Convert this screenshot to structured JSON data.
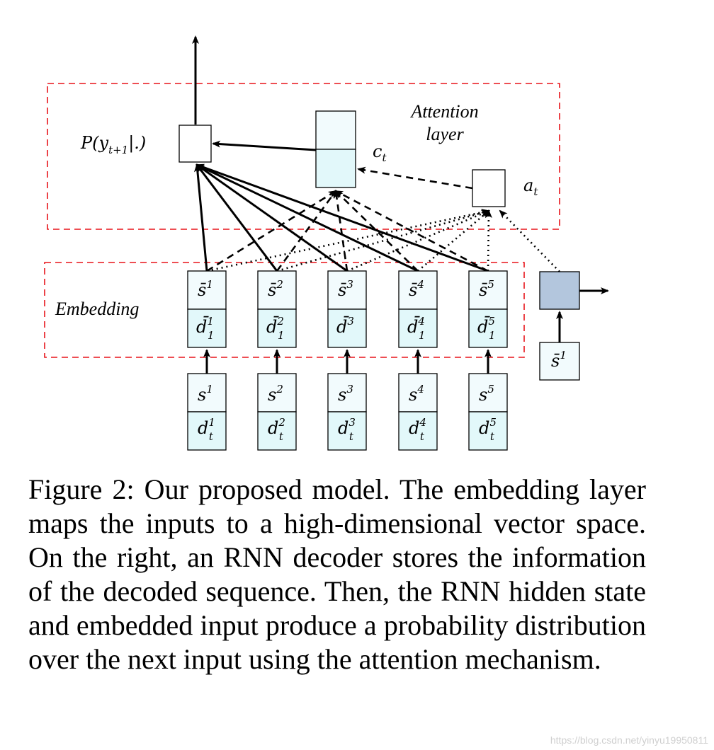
{
  "diagram": {
    "attention_label_line1": "Attention",
    "attention_label_line2": "layer",
    "embedding_label": "Embedding",
    "output_label": "P(y_{t+1}|.)",
    "output_main": "P(y",
    "output_sub": "t+1",
    "output_tail": "|.)",
    "context_label_main": "c",
    "context_label_sub": "t",
    "attention_weight_label_main": "a",
    "attention_weight_label_sub": "t",
    "embedded_columns": [
      {
        "top_base": "s̄",
        "top_sup": "1",
        "bottom_base": "d̄",
        "bottom_sup": "1",
        "bottom_sub": "1"
      },
      {
        "top_base": "s̄",
        "top_sup": "2",
        "bottom_base": "d̄",
        "bottom_sup": "2",
        "bottom_sub": "1"
      },
      {
        "top_base": "s̄",
        "top_sup": "3",
        "bottom_base": "d̄",
        "bottom_sup": "3",
        "bottom_sub": ""
      },
      {
        "top_base": "s̄",
        "top_sup": "4",
        "bottom_base": "d̄",
        "bottom_sup": "4",
        "bottom_sub": "1"
      },
      {
        "top_base": "s̄",
        "top_sup": "5",
        "bottom_base": "d̄",
        "bottom_sup": "5",
        "bottom_sub": "1"
      }
    ],
    "input_columns": [
      {
        "top_base": "s",
        "top_sup": "1",
        "bottom_base": "d",
        "bottom_sup": "1",
        "bottom_sub": "t"
      },
      {
        "top_base": "s",
        "top_sup": "2",
        "bottom_base": "d",
        "bottom_sup": "2",
        "bottom_sub": "t"
      },
      {
        "top_base": "s",
        "top_sup": "3",
        "bottom_base": "d",
        "bottom_sup": "3",
        "bottom_sub": "t"
      },
      {
        "top_base": "s",
        "top_sup": "4",
        "bottom_base": "d",
        "bottom_sup": "4",
        "bottom_sub": "t"
      },
      {
        "top_base": "s",
        "top_sup": "5",
        "bottom_base": "d",
        "bottom_sup": "5",
        "bottom_sub": "t"
      }
    ],
    "decoder_input": {
      "base": "s̄",
      "sup": "1"
    },
    "colors": {
      "dashed_box": "#e8141a",
      "cell_fill_light": "#f2fbfd",
      "cell_fill_cyan": "#e2f8fa",
      "rnn_fill": "#b3c6dd",
      "stroke": "#000000"
    }
  },
  "caption": "Figure 2: Our proposed model. The embedding layer maps the inputs to a high-dimensional vector space. On the right, an RNN decoder stores the information of the decoded sequence. Then, the RNN hidden state and embedded input produce a probability distribution over the next input using the attention mechanism.",
  "credit": "https://blog.csdn.net/yinyu19950811"
}
